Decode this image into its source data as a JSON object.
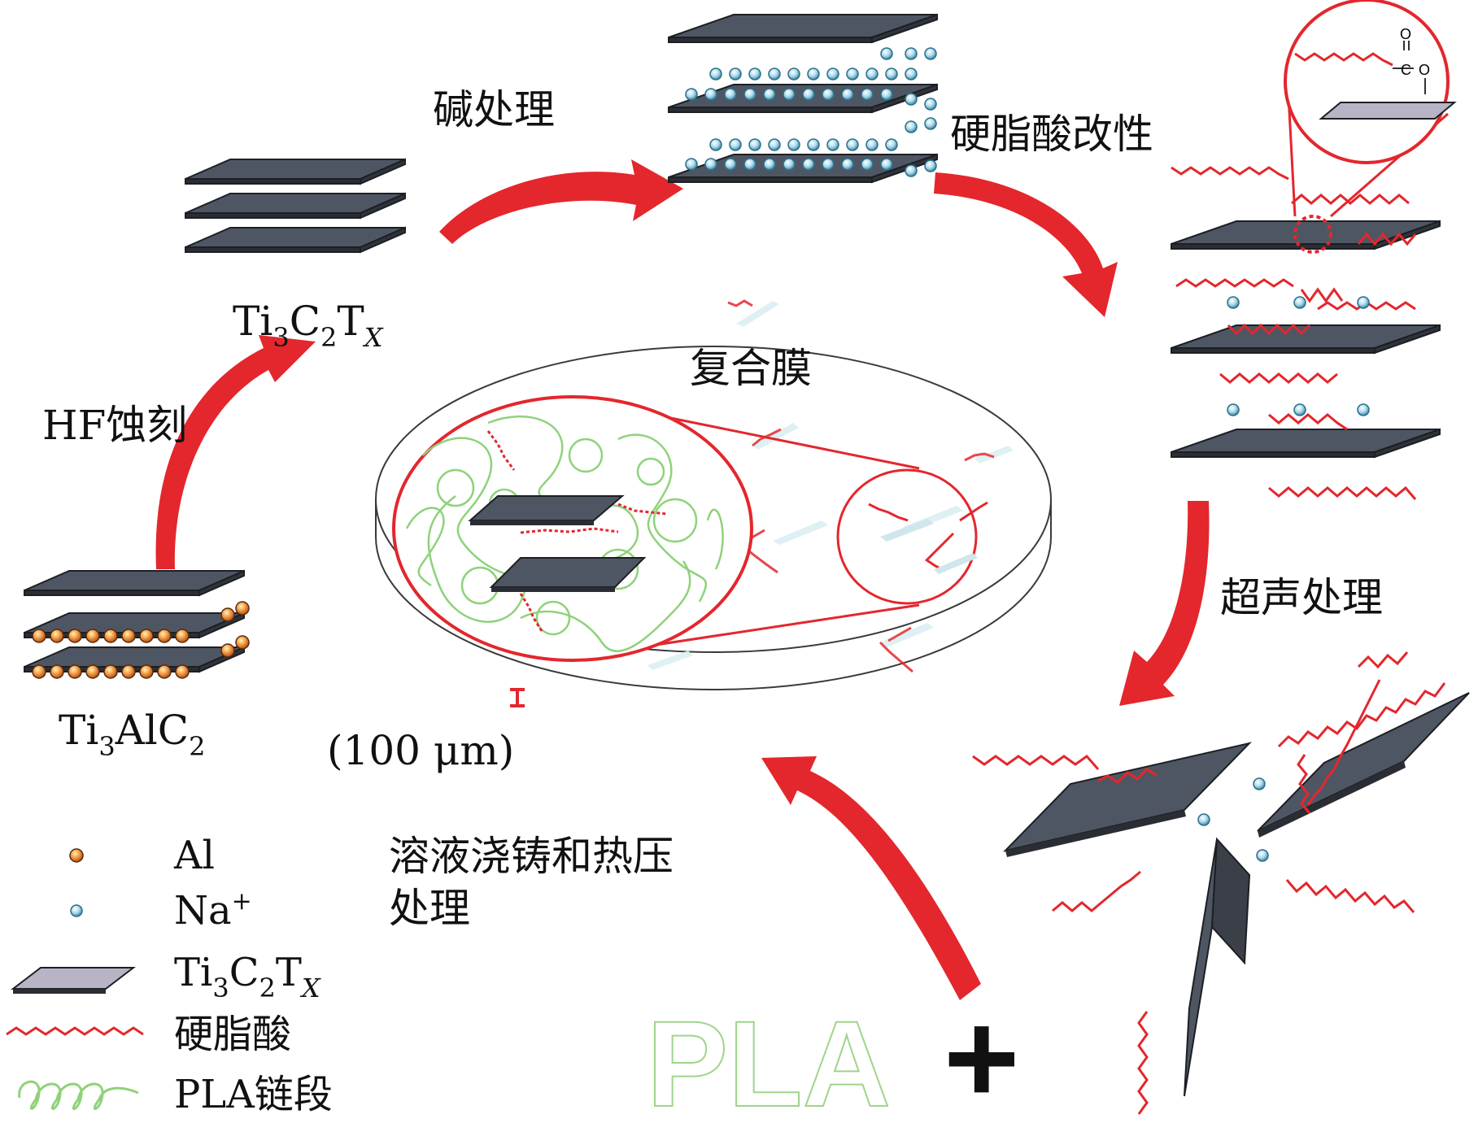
{
  "labels": {
    "hf_etch": "HF蚀刻",
    "alkali": "碱处理",
    "stearic_mod": "硬脂酸改性",
    "ultrasound": "超声处理",
    "casting_line1": "溶液浇铸和热压",
    "casting_line2": "处理",
    "composite": "复合膜",
    "thickness": "(100 μm)",
    "pla": "PLA",
    "plus": "+"
  },
  "formulas": {
    "precursor": {
      "a": "Ti",
      "s1": "3",
      "b": "AlC",
      "s2": "2"
    },
    "mxene": {
      "a": "Ti",
      "s1": "3",
      "b": "C",
      "s2": "2",
      "c": "T",
      "s3": "X"
    }
  },
  "inset": {
    "o_top": "O",
    "c_atom": "C",
    "o_side": "O"
  },
  "legend": {
    "al": "Al",
    "na": {
      "base": "Na",
      "sup": "+"
    },
    "mxene": {
      "a": "Ti",
      "s1": "3",
      "b": "C",
      "s2": "2",
      "c": "T",
      "s3": "X"
    },
    "stearic": "硬脂酸",
    "pla_chain": "PLA链段"
  },
  "colors": {
    "arrow": "#e3272d",
    "sheet": "#4f5663",
    "sheet_edge": "#24272c",
    "chain": "#e3272d",
    "pla_chain": "#8fd27a",
    "al_ball": "#f0782a",
    "na_ball": "#9cd3e8"
  }
}
